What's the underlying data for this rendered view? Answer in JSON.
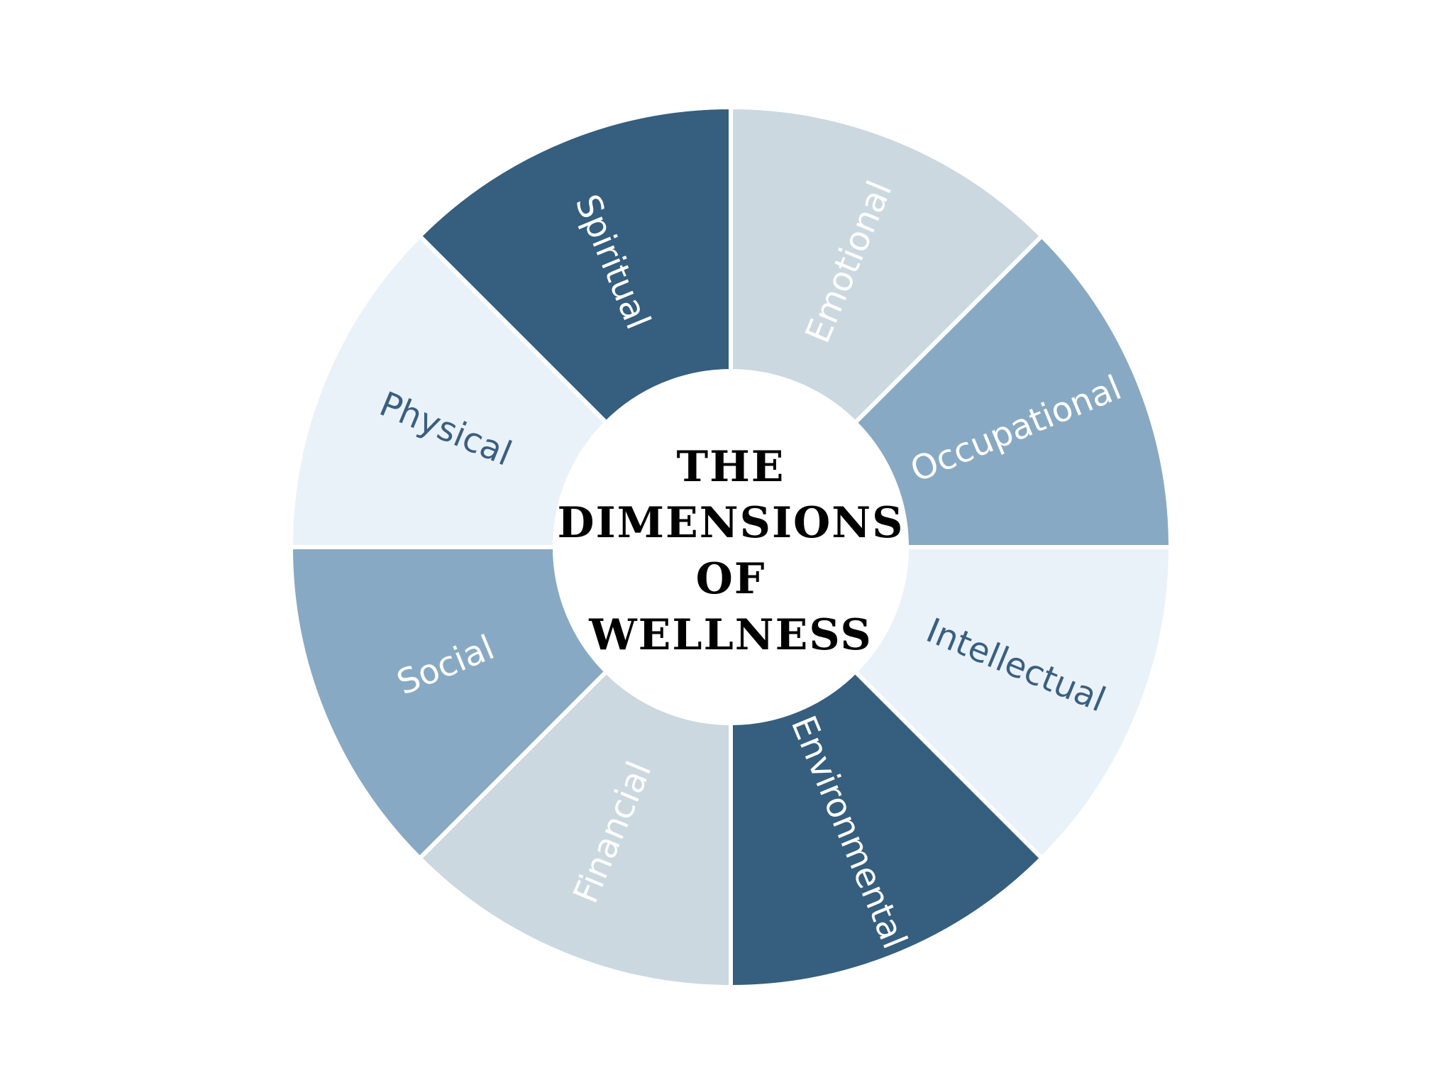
{
  "center_title": {
    "lines": [
      "THE",
      "DIMENSIONS",
      "OF",
      "WELLNESS"
    ]
  },
  "segments": [
    {
      "label": "Emotional",
      "color": "#cbd8e0",
      "text_color": "#ffffff"
    },
    {
      "label": "Occupational",
      "color": "#88a9c3",
      "text_color": "#ffffff"
    },
    {
      "label": "Intellectual",
      "color": "#eaf2f9",
      "text_color": "#3a5f80"
    },
    {
      "label": "Environmental",
      "color": "#355e7f",
      "text_color": "#ffffff"
    },
    {
      "label": "Financial",
      "color": "#cbd8e0",
      "text_color": "#ffffff"
    },
    {
      "label": "Social",
      "color": "#88a9c3",
      "text_color": "#ffffff"
    },
    {
      "label": "Physical",
      "color": "#eaf2f9",
      "text_color": "#3a5f80"
    },
    {
      "label": "Spiritual",
      "color": "#355e7f",
      "text_color": "#ffffff"
    }
  ],
  "colors": {
    "background": "#ffffff",
    "separator": "#ffffff",
    "center_fill": "#ffffff",
    "title_text": "#000000"
  }
}
